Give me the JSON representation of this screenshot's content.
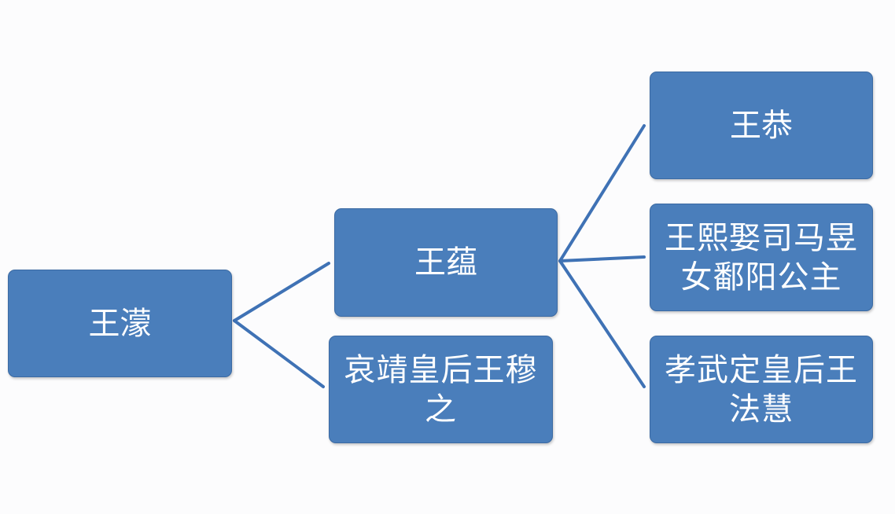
{
  "diagram": {
    "accent_color": "#4a7ebb",
    "line_color": "#3f72b5",
    "nodes": {
      "root": "王濛",
      "yun": "王蕴",
      "muzhi": "哀靖皇后王穆之",
      "gong": "王恭",
      "xi": "王熙娶司马昱女鄱阳公主",
      "fahui": "孝武定皇后王法慧"
    }
  }
}
